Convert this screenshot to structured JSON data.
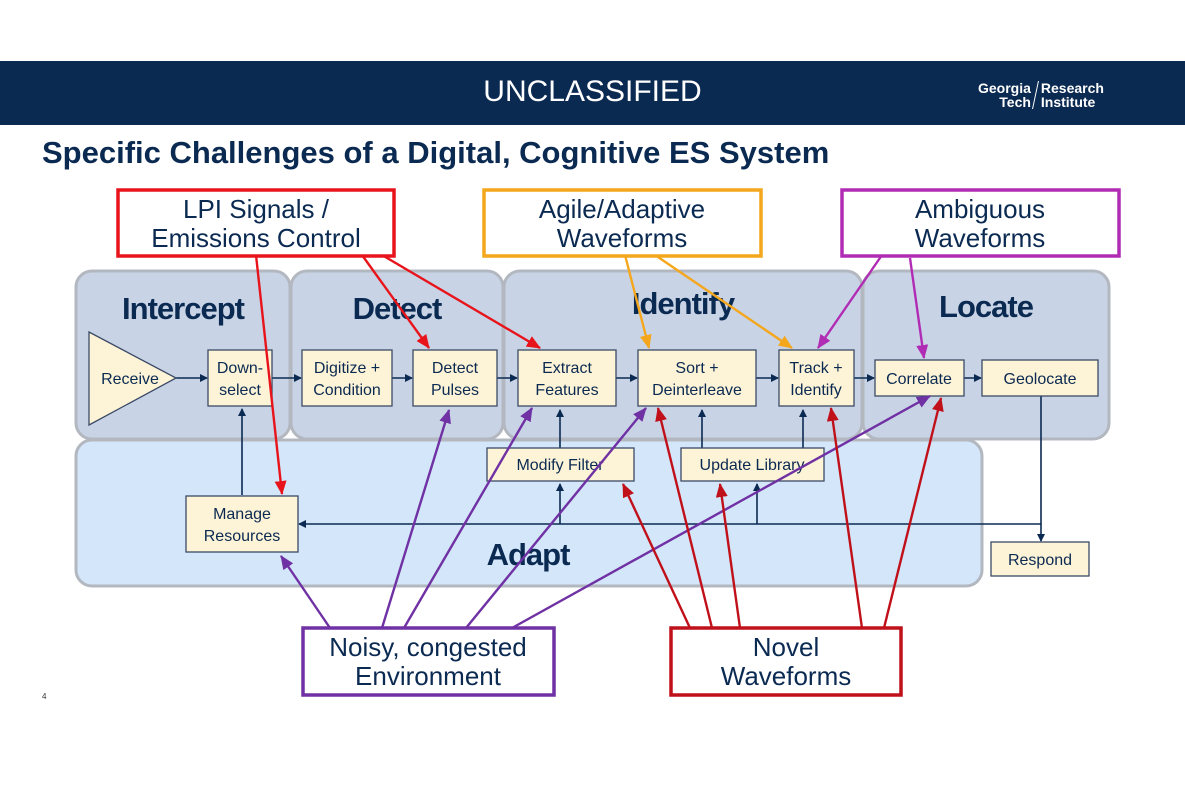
{
  "banner": {
    "classification": "UNCLASSIFIED",
    "logo": {
      "line1a": "Georgia",
      "line1b": "Tech",
      "line2a": "Research",
      "line2b": "Institute"
    }
  },
  "slide": {
    "title": "Specific Challenges of a Digital, Cognitive ES System",
    "page_number": "4"
  },
  "stages": {
    "intercept": "Intercept",
    "detect": "Detect",
    "identify": "Identify",
    "locate": "Locate",
    "adapt": "Adapt"
  },
  "blocks": {
    "receive": "Receive",
    "downselect": [
      "Down-",
      "select"
    ],
    "digitize": [
      "Digitize +",
      "Condition"
    ],
    "detect_pulses": [
      "Detect",
      "Pulses"
    ],
    "extract": [
      "Extract",
      "Features"
    ],
    "sort": [
      "Sort +",
      "Deinterleave"
    ],
    "track": [
      "Track +",
      "Identify"
    ],
    "correlate": "Correlate",
    "geolocate": "Geolocate",
    "modify_filter": "Modify Filter",
    "update_library": "Update Library",
    "manage": [
      "Manage",
      "Resources"
    ],
    "respond": "Respond"
  },
  "callouts": {
    "lpi": {
      "lines": [
        "LPI Signals /",
        "Emissions Control"
      ],
      "color": "#e8141b"
    },
    "agile": {
      "lines": [
        "Agile/Adaptive",
        "Waveforms"
      ],
      "color": "#f4a71c"
    },
    "ambiguous": {
      "lines": [
        "Ambiguous",
        "Waveforms"
      ],
      "color": "#b02cb4"
    },
    "noisy": {
      "lines": [
        "Noisy, congested",
        "Environment"
      ],
      "color": "#6f31a3"
    },
    "novel": {
      "lines": [
        "Novel",
        "Waveforms"
      ],
      "color": "#c0111b"
    }
  },
  "colors": {
    "navy": "#0b2a52",
    "stage_fill": "#c9d3e6",
    "adapt_fill": "#d4e6f9",
    "block_fill": "#fdf3d6"
  }
}
